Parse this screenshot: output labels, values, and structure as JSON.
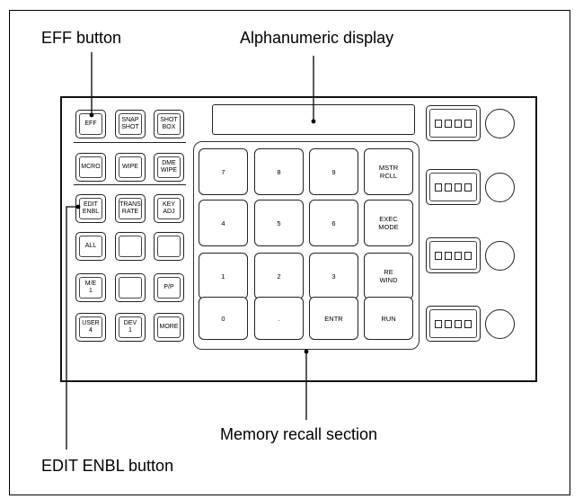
{
  "callouts": {
    "eff_button": "EFF button",
    "alphanumeric_display": "Alphanumeric display",
    "memory_recall_section": "Memory recall section",
    "edit_enbl_button": "EDIT ENBL button"
  },
  "left_buttons": [
    "EFF",
    "SNAP\nSHOT",
    "SHOT\nBOX",
    "MCRO",
    "WIPE",
    "DME\nWIPE",
    "EDIT\nENBL",
    "TRANS\nRATE",
    "KEY\nADJ",
    "ALL",
    "",
    "",
    "M/E\n1",
    "",
    "P/P",
    "USER\n4",
    "DEV\n1",
    "MORE"
  ],
  "keypad": [
    "7",
    "8",
    "9",
    "MSTR\nRCLL",
    "4",
    "5",
    "6",
    "EXEC\nMODE",
    "1",
    "2",
    "3",
    "RE\nWIND",
    "0",
    ".",
    "ENTR",
    "RUN"
  ]
}
